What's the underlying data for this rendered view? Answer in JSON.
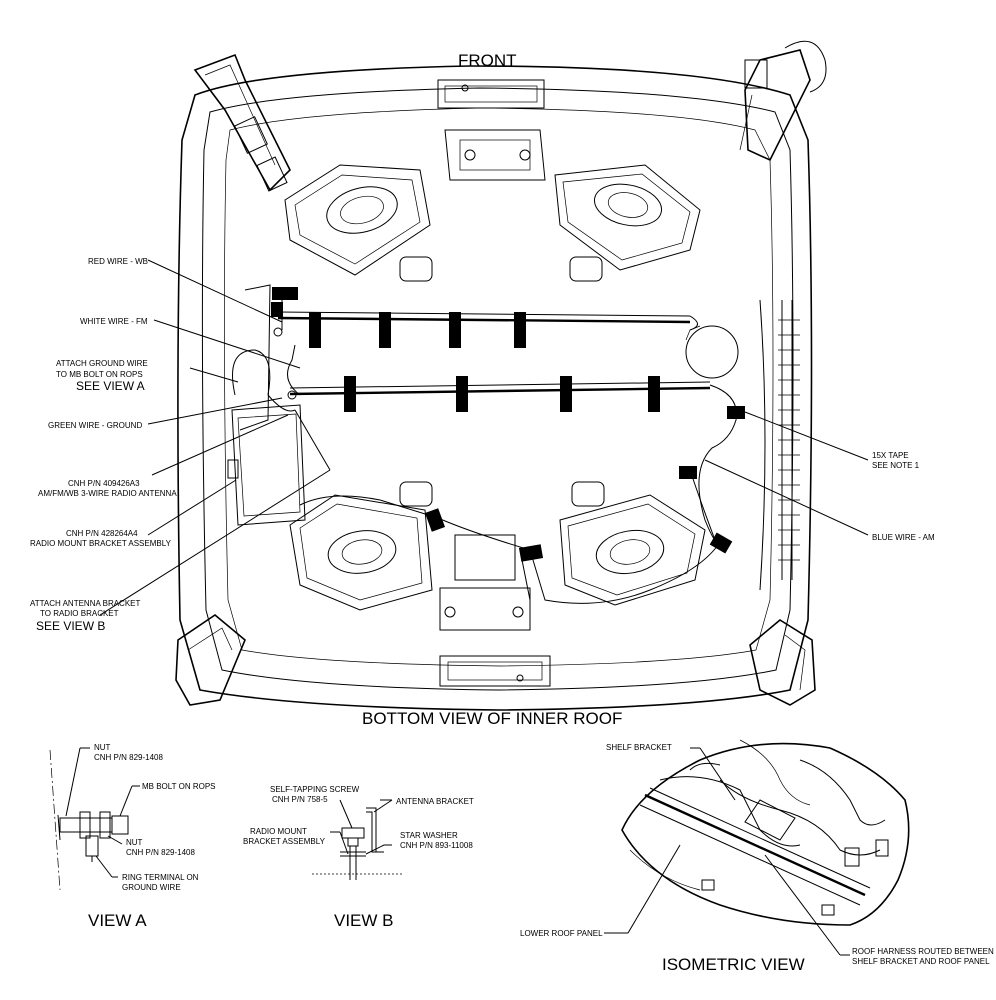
{
  "titles": {
    "front": "FRONT",
    "bottom_view": "BOTTOM VIEW OF INNER ROOF",
    "view_a": "VIEW A",
    "view_b": "VIEW B",
    "isometric": "ISOMETRIC VIEW"
  },
  "callouts": {
    "red_wire": "RED WIRE - WB",
    "white_wire": "WHITE WIRE - FM",
    "attach_ground_1": "ATTACH GROUND WIRE",
    "attach_ground_2": "TO MB BOLT ON ROPS",
    "see_view_a": "SEE VIEW A",
    "green_wire": "GREEN WIRE - GROUND",
    "antenna_pn_1": "CNH P/N 409426A3",
    "antenna_pn_2": "AM/FM/WB 3-WIRE RADIO ANTENNA",
    "bracket_pn_1": "CNH P/N 428264A4",
    "bracket_pn_2": "RADIO MOUNT BRACKET ASSEMBLY",
    "attach_antenna_1": "ATTACH ANTENNA BRACKET",
    "attach_antenna_2": "TO RADIO BRACKET",
    "see_view_b": "SEE VIEW B",
    "tape_1": "15X TAPE",
    "tape_2": "SEE NOTE 1",
    "blue_wire": "BLUE WIRE - AM"
  },
  "view_a": {
    "nut_top_1": "NUT",
    "nut_top_2": "CNH P/N 829-1408",
    "mb_bolt": "MB BOLT ON ROPS",
    "nut_bottom_1": "NUT",
    "nut_bottom_2": "CNH P/N 829-1408",
    "ring_1": "RING TERMINAL ON",
    "ring_2": "GROUND WIRE"
  },
  "view_b": {
    "screw_1": "SELF-TAPPING SCREW",
    "screw_2": "CNH P/N 758-5",
    "antenna_bracket": "ANTENNA BRACKET",
    "radio_mount_1": "RADIO MOUNT",
    "radio_mount_2": "BRACKET ASSEMBLY",
    "washer_1": "STAR WASHER",
    "washer_2": "CNH P/N 893-11008"
  },
  "isometric": {
    "shelf_bracket": "SHELF BRACKET",
    "lower_roof_panel": "LOWER ROOF PANEL",
    "harness_1": "ROOF HARNESS ROUTED BETWEEN",
    "harness_2": "SHELF BRACKET AND ROOF PANEL"
  }
}
